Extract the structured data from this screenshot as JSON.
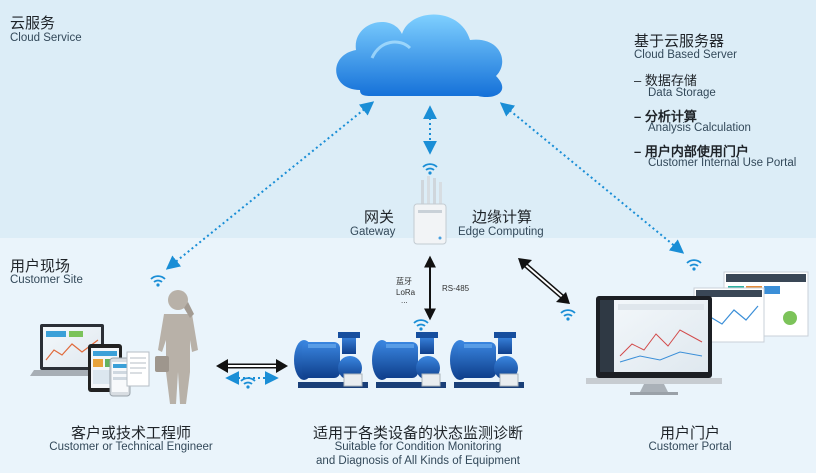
{
  "cloud_service": {
    "zh": "云服务",
    "en": "Cloud Service"
  },
  "cloud_server": {
    "zh": "基于云服务器",
    "en": "Cloud Based Server",
    "items": [
      {
        "zh": "– 数据存储",
        "en": "Data Storage",
        "bold": false
      },
      {
        "zh": "– 分析计算",
        "en": "Analysis Calculation",
        "bold": true
      },
      {
        "zh": "– 用户内部使用门户",
        "en": "Customer Internal Use Portal",
        "bold": true
      }
    ]
  },
  "gateway": {
    "zh": "网关",
    "en": "Gateway"
  },
  "edge": {
    "zh": "边缘计算",
    "en": "Edge Computing"
  },
  "customer_site": {
    "zh": "用户现场",
    "en": "Customer Site"
  },
  "link_labels": {
    "bt": "蓝牙",
    "lora": "LoRa",
    "dots": "...",
    "rs485": "RS-485"
  },
  "engineer": {
    "zh": "客户或技术工程师",
    "en": "Customer or Technical Engineer"
  },
  "equipment": {
    "zh": "适用于各类设备的状态监测诊断",
    "en1": "Suitable for Condition Monitoring",
    "en2": "and Diagnosis of All Kinds of Equipment"
  },
  "portal": {
    "zh": "用户门户",
    "en": "Customer Portal"
  },
  "colors": {
    "accent": "#1a8ed6",
    "top_band": "#dcedf7",
    "bottom_band": "#eaf4fb",
    "pump": "#1f5fb8"
  }
}
